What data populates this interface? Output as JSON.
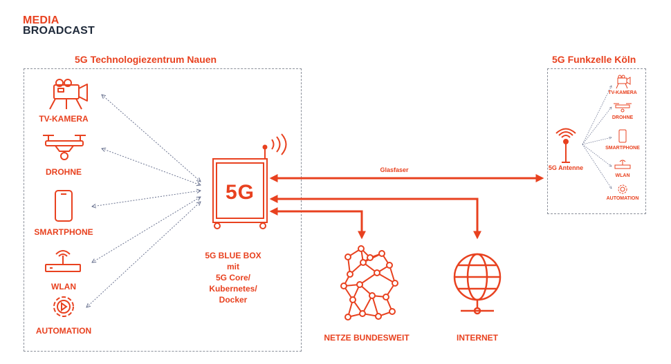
{
  "logo": {
    "line1": "MEDIA",
    "line2": "BROADCAST"
  },
  "regions": {
    "nauen": {
      "title": "5G Technologiezentrum Nauen"
    },
    "koeln": {
      "title": "5G Funkzelle Köln"
    }
  },
  "devices": {
    "tv_kamera": "TV-KAMERA",
    "drohne": "DROHNE",
    "smartphone": "SMARTPHONE",
    "wlan": "WLAN",
    "automation": "AUTOMATION"
  },
  "box": {
    "badge": "5G",
    "lines": [
      "5G BLUE BOX",
      "mit",
      "5G Core/",
      "Kubernetes/",
      "Docker"
    ]
  },
  "links": {
    "glasfaser": "Glasfaser"
  },
  "destinations": {
    "netze": "NETZE BUNDESWEIT",
    "internet": "INTERNET"
  },
  "koeln": {
    "antenna": "5G Antenne",
    "devices": [
      "TV-KAMERA",
      "DROHNE",
      "SMARTPHONE",
      "WLAN",
      "AUTOMATION"
    ]
  },
  "colors": {
    "accent": "#e8411f",
    "dark": "#1f2a3a",
    "dotted": "#6a7390",
    "border": "#8a8f99"
  }
}
